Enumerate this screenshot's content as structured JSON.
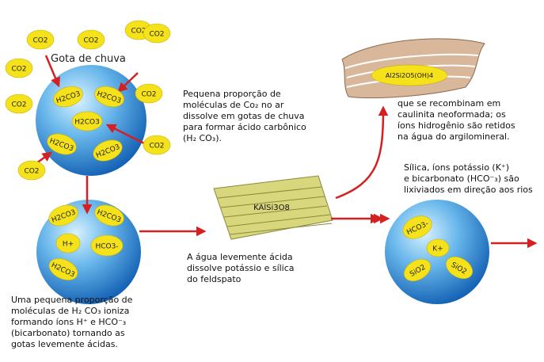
{
  "labels": {
    "co2": "CO2",
    "gota": "Gota de chuva",
    "h2co3": "H2CO3",
    "hplus": "H+",
    "hco3": "HCO3-",
    "kplus": "K+",
    "sio2": "SiO2",
    "feldspar": "KAlSi3O8",
    "kaolinite": "Al2Si2O5(OH)4"
  },
  "texts": {
    "rain": [
      "Pequena proporção de",
      "moléculas de Co₂ no ar",
      "dissolve em gotas de chuva",
      "para formar ácido carbônico",
      "(H₂ CO₃)."
    ],
    "ionize": [
      "Uma pequena proporção de",
      "moléculas de H₂ CO₃ ioniza",
      "formando íons H⁺ e  HCO⁻₃",
      "(bicarbonato) tornando as",
      "gotas levemente ácidas."
    ],
    "feldspar": [
      "A água levemente ácida",
      "dissolve potássio e sílica",
      "do feldspato"
    ],
    "kaolinite": [
      "que se recombinam em",
      "caulinita neoformada; os",
      "íons hidrogênio são retidos",
      "na água do argilomineral."
    ],
    "leach": [
      "Sílica, íons potássio (K⁺)",
      "e bicarbonato (HCO⁻₃) são",
      "lixiviados em direção aos rios"
    ]
  },
  "colors": {
    "molecule": "#f5e21a",
    "arrow": "#d42020",
    "sphere_light": "#bfe4fb",
    "sphere_dark": "#1f7ccd",
    "rock": "#d8d67c"
  }
}
